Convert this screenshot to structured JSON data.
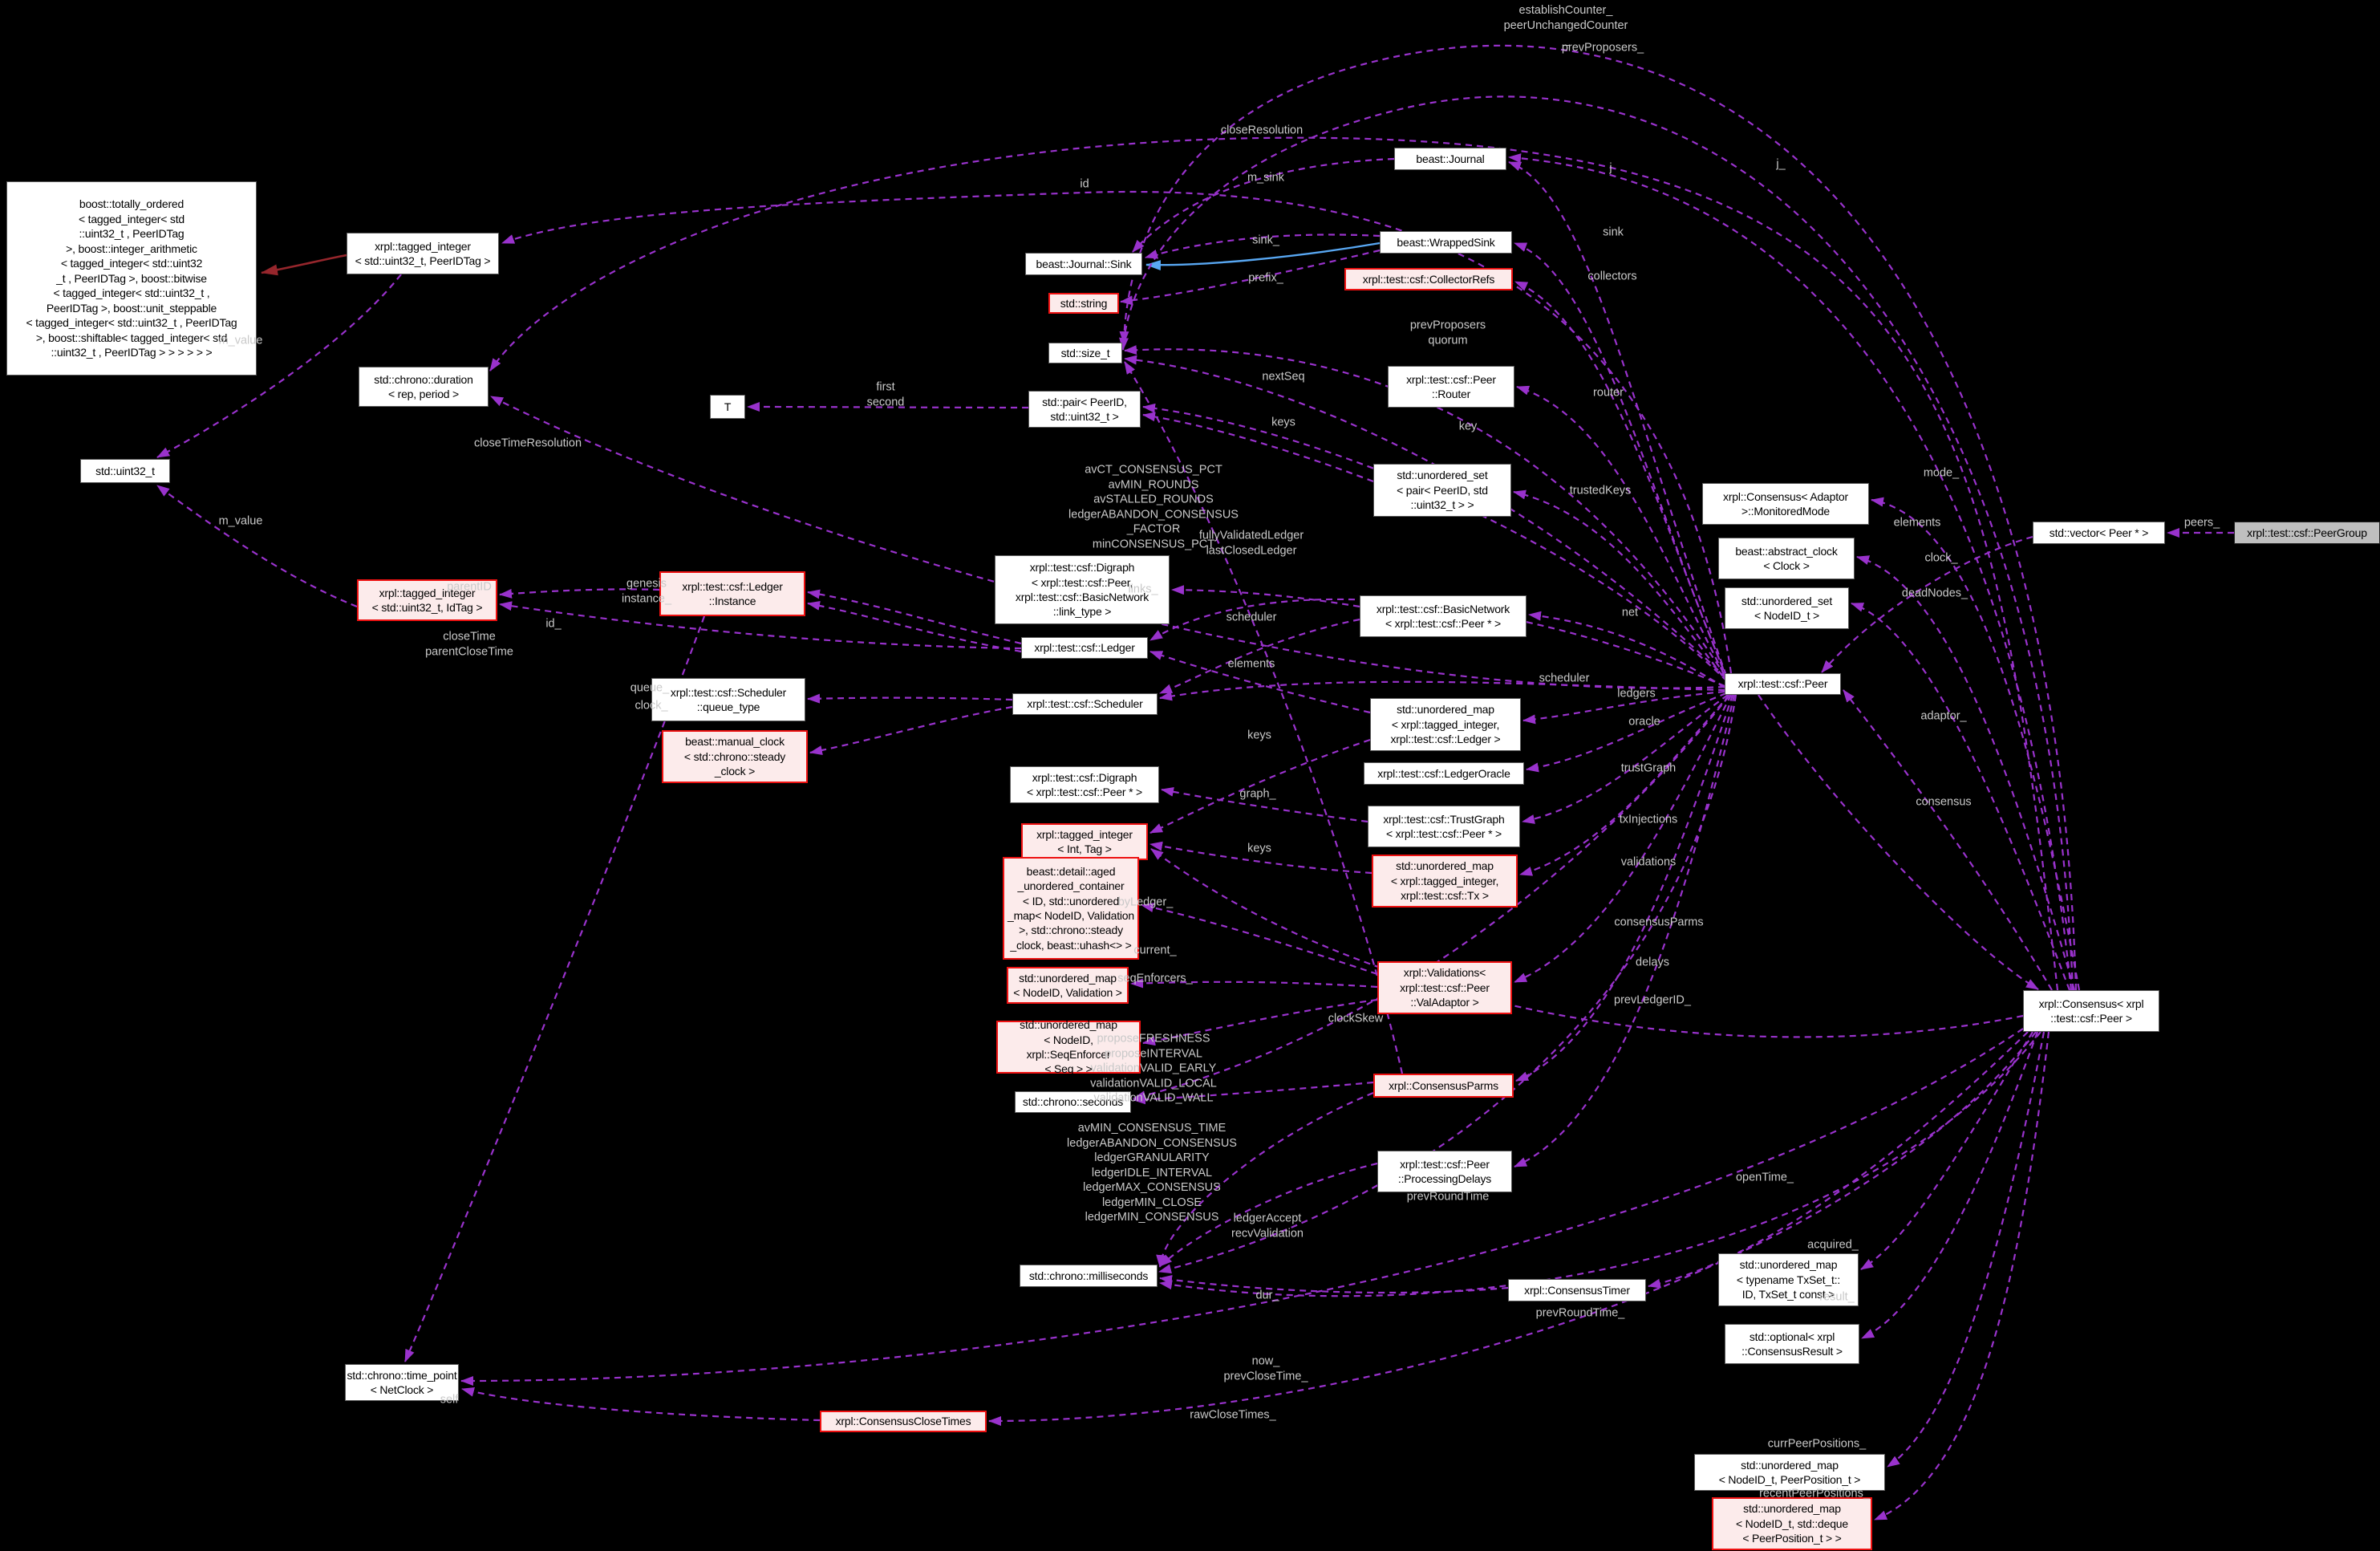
{
  "diagram": {
    "type": "doxygen-collaboration-graph",
    "subject": "xrpl::test::csf::PeerGroup",
    "colors": {
      "background": "#000000",
      "edge_usage": "#9932cc",
      "edge_inherit_red": "#96262c",
      "edge_inherit_blue": "#58a7f2",
      "edge_label_text": "#c9c9c9",
      "node_border": "#5a5a5a",
      "highlight_border": "#ee1111",
      "highlight_bg": "#fcebeb",
      "subject_bg": "#bfbfbf"
    },
    "nodes": [
      {
        "id": "boost",
        "style": "white",
        "label": "boost::totally_ordered\n< tagged_integer< std\n::uint32_t , PeerIDTag\n >, boost::integer_arithmetic\n< tagged_integer< std::uint32\n_t , PeerIDTag >, boost::bitwise\n< tagged_integer< std::uint32_t ,\n PeerIDTag >, boost::unit_steppable\n< tagged_integer< std::uint32_t , PeerIDTag\n >, boost::shiftable< tagged_integer< std\n::uint32_t , PeerIDTag > > > > > >"
      },
      {
        "id": "tagPeerID",
        "style": "white",
        "label": "xrpl::tagged_integer\n< std::uint32_t, PeerIDTag >"
      },
      {
        "id": "duration",
        "style": "white",
        "label": "std::chrono::duration\n< rep, period >"
      },
      {
        "id": "uint32",
        "style": "white",
        "label": "std::uint32_t"
      },
      {
        "id": "Tbox",
        "style": "white",
        "label": "T"
      },
      {
        "id": "tagIdTag",
        "style": "pink",
        "label": "xrpl::tagged_integer\n< std::uint32_t, IdTag >"
      },
      {
        "id": "instance",
        "style": "pink",
        "label": "xrpl::test::csf::Ledger\n::Instance"
      },
      {
        "id": "queueType",
        "style": "white",
        "label": "xrpl::test::csf::Scheduler\n::queue_type"
      },
      {
        "id": "manualClock",
        "style": "pink",
        "label": "beast::manual_clock\n< std::chrono::steady\n_clock >"
      },
      {
        "id": "journalSink",
        "style": "white",
        "label": "beast::Journal::Sink"
      },
      {
        "id": "stdString",
        "style": "pink",
        "label": "std::string"
      },
      {
        "id": "sizeT",
        "style": "white",
        "label": "std::size_t"
      },
      {
        "id": "pairPeerID",
        "style": "white",
        "label": "std::pair< PeerID,\nstd::uint32_t >"
      },
      {
        "id": "digraphLink",
        "style": "white",
        "label": "xrpl::test::csf::Digraph\n< xrpl::test::csf::Peer,\nxrpl::test::csf::BasicNetwork\n::link_type >"
      },
      {
        "id": "csfLedger",
        "style": "white",
        "label": "xrpl::test::csf::Ledger"
      },
      {
        "id": "csfScheduler",
        "style": "white",
        "label": "xrpl::test::csf::Scheduler"
      },
      {
        "id": "digraphPeerStar",
        "style": "white",
        "label": "xrpl::test::csf::Digraph\n< xrpl::test::csf::Peer * >"
      },
      {
        "id": "tagIntTag",
        "style": "pink",
        "label": "xrpl::tagged_integer\n< Int, Tag >"
      },
      {
        "id": "agedContainer",
        "style": "pink",
        "label": "beast::detail::aged\n_unordered_container\n< ID, std::unordered\n_map< NodeID, Validation\n >, std::chrono::steady\n_clock, beast::uhash<> >"
      },
      {
        "id": "umapNV",
        "style": "pink",
        "label": "std::unordered_map\n< NodeID, Validation >"
      },
      {
        "id": "umapSeq",
        "style": "pink",
        "label": "std::unordered_map\n< NodeID, xrpl::SeqEnforcer\n< Seq > >"
      },
      {
        "id": "seconds",
        "style": "white",
        "label": "std::chrono::seconds"
      },
      {
        "id": "milliseconds",
        "style": "white",
        "label": "std::chrono::milliseconds"
      },
      {
        "id": "timePoint",
        "style": "white",
        "label": "std::chrono::time_point\n< NetClock >"
      },
      {
        "id": "closeTimes",
        "style": "pink",
        "label": "xrpl::ConsensusCloseTimes"
      },
      {
        "id": "journal",
        "style": "white",
        "label": "beast::Journal"
      },
      {
        "id": "wrappedSink",
        "style": "white",
        "label": "beast::WrappedSink"
      },
      {
        "id": "collectorRefs",
        "style": "pink",
        "label": "xrpl::test::csf::CollectorRefs"
      },
      {
        "id": "router",
        "style": "white",
        "label": "xrpl::test::csf::Peer\n::Router"
      },
      {
        "id": "usetPair",
        "style": "white",
        "label": "std::unordered_set\n< pair< PeerID, std\n::uint32_t > >"
      },
      {
        "id": "basicNetwork",
        "style": "white",
        "label": "xrpl::test::csf::BasicNetwork\n< xrpl::test::csf::Peer * >"
      },
      {
        "id": "umapTagLedger",
        "style": "white",
        "label": "std::unordered_map\n< xrpl::tagged_integer,\nxrpl::test::csf::Ledger >"
      },
      {
        "id": "ledgerOracle",
        "style": "white",
        "label": "xrpl::test::csf::LedgerOracle"
      },
      {
        "id": "trustGraphBox",
        "style": "white",
        "label": "xrpl::test::csf::TrustGraph\n< xrpl::test::csf::Peer * >"
      },
      {
        "id": "umapTagTx",
        "style": "pink",
        "label": "std::unordered_map\n< xrpl::tagged_integer,\nxrpl::test::csf::Tx >"
      },
      {
        "id": "validationsBox",
        "style": "pink",
        "label": "xrpl::Validations<\nxrpl::test::csf::Peer\n::ValAdaptor >"
      },
      {
        "id": "consensusParmsBox",
        "style": "pink",
        "label": "xrpl::ConsensusParms"
      },
      {
        "id": "processingDelays",
        "style": "white",
        "label": "xrpl::test::csf::Peer\n::ProcessingDelays"
      },
      {
        "id": "consensusTimer",
        "style": "white",
        "label": "xrpl::ConsensusTimer"
      },
      {
        "id": "monitoredMode",
        "style": "white",
        "label": "xrpl::Consensus< Adaptor\n>::MonitoredMode"
      },
      {
        "id": "abstractClock",
        "style": "white",
        "label": "beast::abstract_clock\n< Clock >"
      },
      {
        "id": "usetNodeID",
        "style": "white",
        "label": "std::unordered_set\n< NodeID_t >"
      },
      {
        "id": "peer",
        "style": "white",
        "label": "xrpl::test::csf::Peer"
      },
      {
        "id": "vectorPeer",
        "style": "white",
        "label": "std::vector< Peer * >"
      },
      {
        "id": "peerGroup",
        "style": "gray",
        "label": "xrpl::test::csf::PeerGroup"
      },
      {
        "id": "consensusPeer",
        "style": "white",
        "label": "xrpl::Consensus< xrpl\n::test::csf::Peer >"
      },
      {
        "id": "umapTxSet",
        "style": "white",
        "label": "std::unordered_map\n< typename TxSet_t::\nID, TxSet_t const >"
      },
      {
        "id": "optionalResult",
        "style": "white",
        "label": "std::optional< xrpl\n::ConsensusResult >"
      },
      {
        "id": "umapPeerPos",
        "style": "white",
        "label": "std::unordered_map\n< NodeID_t, PeerPosition_t >"
      },
      {
        "id": "umapDeque",
        "style": "pink",
        "label": "std::unordered_map\n< NodeID_t, std::deque\n< PeerPosition_t > >"
      }
    ],
    "edge_labels": [
      {
        "id": "m_value1",
        "text": "m_value"
      },
      {
        "id": "m_value2",
        "text": "m_value"
      },
      {
        "id": "closeTimeResolution",
        "text": "closeTimeResolution"
      },
      {
        "id": "id",
        "text": "id"
      },
      {
        "id": "m_sink",
        "text": "m_sink"
      },
      {
        "id": "closeResolution",
        "text": "closeResolution"
      },
      {
        "id": "sink_",
        "text": "sink_"
      },
      {
        "id": "prefix_",
        "text": "prefix_"
      },
      {
        "id": "j",
        "text": "j"
      },
      {
        "id": "j_",
        "text": "j_"
      },
      {
        "id": "sink",
        "text": "sink"
      },
      {
        "id": "collectors",
        "text": "collectors"
      },
      {
        "id": "establishCounter",
        "text": "establishCounter_\npeerUnchangedCounter\n_"
      },
      {
        "id": "prevProposers_",
        "text": "prevProposers_"
      },
      {
        "id": "prevProposersQuorum",
        "text": "prevProposers\nquorum"
      },
      {
        "id": "nextSeq",
        "text": "nextSeq"
      },
      {
        "id": "router",
        "text": "router"
      },
      {
        "id": "key",
        "text": "key"
      },
      {
        "id": "keys1",
        "text": "keys"
      },
      {
        "id": "first_second",
        "text": "first\nsecond"
      },
      {
        "id": "trustedKeys",
        "text": "trustedKeys"
      },
      {
        "id": "avctBlock",
        "text": "avCT_CONSENSUS_PCT\navMIN_ROUNDS\navSTALLED_ROUNDS\nledgerABANDON_CONSENSUS\n_FACTOR\nminCONSENSUS_PCT"
      },
      {
        "id": "fullyValidated",
        "text": "fullyValidatedLedger\nlastClosedLedger"
      },
      {
        "id": "genesisInstance",
        "text": "genesis\ninstance_"
      },
      {
        "id": "parentID",
        "text": "parentID"
      },
      {
        "id": "id_",
        "text": "id_"
      },
      {
        "id": "closeTimeParent",
        "text": "closeTime\nparentCloseTime"
      },
      {
        "id": "links_",
        "text": "links_"
      },
      {
        "id": "net",
        "text": "net"
      },
      {
        "id": "scheduler1",
        "text": "scheduler"
      },
      {
        "id": "scheduler2",
        "text": "scheduler"
      },
      {
        "id": "elements",
        "text": "elements"
      },
      {
        "id": "ledgers",
        "text": "ledgers"
      },
      {
        "id": "queue_",
        "text": "queue_"
      },
      {
        "id": "clock_2",
        "text": "clock_"
      },
      {
        "id": "keys2",
        "text": "keys"
      },
      {
        "id": "oracle",
        "text": "oracle"
      },
      {
        "id": "graph_",
        "text": "graph_"
      },
      {
        "id": "trustGraph",
        "text": "trustGraph"
      },
      {
        "id": "keys3",
        "text": "keys"
      },
      {
        "id": "txInjections",
        "text": "txInjections"
      },
      {
        "id": "validations",
        "text": "validations"
      },
      {
        "id": "byLedger_",
        "text": "byLedger_"
      },
      {
        "id": "consensusParmsL",
        "text": "consensusParms"
      },
      {
        "id": "current_",
        "text": "current_"
      },
      {
        "id": "delays",
        "text": "delays"
      },
      {
        "id": "seqEnforcers_",
        "text": "seqEnforcers_"
      },
      {
        "id": "prevLedgerID_",
        "text": "prevLedgerID_"
      },
      {
        "id": "clockSkew",
        "text": "clockSkew"
      },
      {
        "id": "proposeBlock",
        "text": "proposeFRESHNESS\nproposeINTERVAL\nvalidationVALID_EARLY\nvalidationVALID_LOCAL\nvalidationVALID_WALL"
      },
      {
        "id": "avminBlock",
        "text": "avMIN_CONSENSUS_TIME\nledgerABANDON_CONSENSUS\nledgerGRANULARITY\nledgerIDLE_INTERVAL\nledgerMAX_CONSENSUS\nledgerMIN_CLOSE\nledgerMIN_CONSENSUS"
      },
      {
        "id": "prevRoundTime",
        "text": "prevRoundTime"
      },
      {
        "id": "ledgerAcceptRecv",
        "text": "ledgerAccept\nrecvValidation"
      },
      {
        "id": "dur_",
        "text": "dur_"
      },
      {
        "id": "prevRoundTime_",
        "text": "prevRoundTime_"
      },
      {
        "id": "nowPrevClose",
        "text": "now_\nprevCloseTime_"
      },
      {
        "id": "rawCloseTimes_",
        "text": "rawCloseTimes_"
      },
      {
        "id": "self",
        "text": "self"
      },
      {
        "id": "mode_",
        "text": "mode_"
      },
      {
        "id": "elements_r",
        "text": "elements"
      },
      {
        "id": "clock_r",
        "text": "clock_"
      },
      {
        "id": "deadNodes_",
        "text": "deadNodes_"
      },
      {
        "id": "peers_",
        "text": "peers_"
      },
      {
        "id": "adaptor_",
        "text": "adaptor_"
      },
      {
        "id": "consensus",
        "text": "consensus"
      },
      {
        "id": "openTime_",
        "text": "openTime_"
      },
      {
        "id": "acquired_",
        "text": "acquired_"
      },
      {
        "id": "result_",
        "text": "result_"
      },
      {
        "id": "currPeerPositions_",
        "text": "currPeerPositions_"
      },
      {
        "id": "recentPeerPositions_",
        "text": "recentPeerPositions_"
      }
    ],
    "edges": [
      {
        "f": "tagPeerID",
        "t": "boost",
        "k": "inherit"
      },
      {
        "f": "wrappedSink",
        "t": "journalSink",
        "k": "inheritBlue"
      },
      {
        "f": "journal",
        "t": "journalSink",
        "l": "m_sink"
      },
      {
        "f": "wrappedSink",
        "t": "journalSink",
        "l": "sink_"
      },
      {
        "f": "wrappedSink",
        "t": "stdString",
        "l": "prefix_"
      },
      {
        "f": "peer",
        "t": "journal",
        "l": "j"
      },
      {
        "f": "consensusPeer",
        "t": "journal",
        "l": "j_"
      },
      {
        "f": "peer",
        "t": "wrappedSink",
        "l": "sink"
      },
      {
        "f": "peer",
        "t": "collectorRefs",
        "l": "collectors"
      },
      {
        "f": "peer",
        "t": "router",
        "l": "router"
      },
      {
        "f": "peer",
        "t": "usetPair",
        "l": "trustedKeys"
      },
      {
        "f": "peer",
        "t": "basicNetwork",
        "l": "net"
      },
      {
        "f": "peer",
        "t": "csfScheduler",
        "l": "scheduler2"
      },
      {
        "f": "peer",
        "t": "umapTagLedger",
        "l": "ledgers"
      },
      {
        "f": "peer",
        "t": "ledgerOracle",
        "l": "oracle"
      },
      {
        "f": "peer",
        "t": "trustGraphBox",
        "l": "trustGraph"
      },
      {
        "f": "peer",
        "t": "umapTagTx",
        "l": "txInjections"
      },
      {
        "f": "peer",
        "t": "validationsBox",
        "l": "validations"
      },
      {
        "f": "peer",
        "t": "consensusParmsBox",
        "l": "consensusParmsL"
      },
      {
        "f": "peer",
        "t": "processingDelays",
        "l": "delays"
      },
      {
        "f": "consensusPeer",
        "t": "tagIntTag",
        "l": "prevLedgerID_"
      },
      {
        "f": "peer",
        "t": "seconds",
        "l": "clockSkew"
      },
      {
        "f": "peer",
        "t": "csfLedger",
        "l": "fullyValidated"
      },
      {
        "f": "peer",
        "t": "sizeT",
        "l": "prevProposersQuorum"
      },
      {
        "f": "peer",
        "t": "sizeT",
        "l": "nextSeq"
      },
      {
        "f": "peer",
        "t": "pairPeerID",
        "l": "key"
      },
      {
        "f": "usetPair",
        "t": "pairPeerID",
        "l": "keys1"
      },
      {
        "f": "pairPeerID",
        "t": "Tbox",
        "l": "first_second"
      },
      {
        "f": "peer",
        "t": "tagPeerID",
        "l": "id"
      },
      {
        "f": "consensusPeer",
        "t": "duration",
        "l": "closeResolution"
      },
      {
        "f": "peer",
        "t": "duration",
        "l": "closeTimeResolution"
      },
      {
        "f": "tagPeerID",
        "t": "uint32",
        "l": "m_value1"
      },
      {
        "f": "tagIdTag",
        "t": "uint32",
        "l": "m_value2"
      },
      {
        "f": "csfLedger",
        "t": "instance",
        "l": "genesisInstance"
      },
      {
        "f": "csfLedger",
        "t": "instance"
      },
      {
        "f": "csfLedger",
        "t": "tagIdTag",
        "l": "id_"
      },
      {
        "f": "instance",
        "t": "tagIdTag",
        "l": "parentID"
      },
      {
        "f": "instance",
        "t": "timePoint",
        "l": "closeTimeParent"
      },
      {
        "f": "consensusPeer",
        "t": "timePoint",
        "l": "nowPrevClose"
      },
      {
        "f": "closeTimes",
        "t": "timePoint",
        "l": "self"
      },
      {
        "f": "consensusPeer",
        "t": "closeTimes",
        "l": "rawCloseTimes_"
      },
      {
        "f": "csfScheduler",
        "t": "queueType",
        "l": "queue_"
      },
      {
        "f": "csfScheduler",
        "t": "manualClock",
        "l": "clock_2"
      },
      {
        "f": "basicNetwork",
        "t": "digraphLink",
        "l": "links_"
      },
      {
        "f": "basicNetwork",
        "t": "csfScheduler",
        "l": "scheduler1"
      },
      {
        "f": "umapTagLedger",
        "t": "csfLedger",
        "l": "elements"
      },
      {
        "f": "umapTagLedger",
        "t": "tagIntTag",
        "l": "keys2"
      },
      {
        "f": "umapTagTx",
        "t": "tagIntTag",
        "l": "keys3"
      },
      {
        "f": "trustGraphBox",
        "t": "digraphPeerStar",
        "l": "graph_"
      },
      {
        "f": "validationsBox",
        "t": "agedContainer",
        "l": "byLedger_"
      },
      {
        "f": "validationsBox",
        "t": "umapNV",
        "l": "current_"
      },
      {
        "f": "validationsBox",
        "t": "umapSeq",
        "l": "seqEnforcers_"
      },
      {
        "f": "consensusParmsBox",
        "t": "seconds",
        "l": "proposeBlock"
      },
      {
        "f": "consensusParmsBox",
        "t": "milliseconds",
        "l": "avminBlock"
      },
      {
        "f": "consensusParmsBox",
        "t": "sizeT",
        "l": "avctBlock"
      },
      {
        "f": "processingDelays",
        "t": "milliseconds",
        "l": "ledgerAcceptRecv"
      },
      {
        "f": "consensusTimer",
        "t": "milliseconds",
        "l": "dur_"
      },
      {
        "f": "consensusPeer",
        "t": "consensusTimer",
        "l": "openTime_"
      },
      {
        "f": "consensusPeer",
        "t": "milliseconds",
        "l": "prevRoundTime_"
      },
      {
        "f": "peer",
        "t": "milliseconds",
        "l": "prevRoundTime"
      },
      {
        "f": "consensusPeer",
        "t": "monitoredMode",
        "l": "mode_"
      },
      {
        "f": "vectorPeer",
        "t": "peer",
        "l": "elements_r"
      },
      {
        "f": "peerGroup",
        "t": "vectorPeer",
        "l": "peers_"
      },
      {
        "f": "consensusPeer",
        "t": "abstractClock",
        "l": "clock_r"
      },
      {
        "f": "consensusPeer",
        "t": "usetNodeID",
        "l": "deadNodes_"
      },
      {
        "f": "consensusPeer",
        "t": "peer",
        "l": "adaptor_"
      },
      {
        "f": "peer",
        "t": "consensusPeer",
        "l": "consensus"
      },
      {
        "f": "consensusPeer",
        "t": "sizeT",
        "l": "establishCounter"
      },
      {
        "f": "consensusPeer",
        "t": "sizeT",
        "l": "prevProposers_"
      },
      {
        "f": "consensusPeer",
        "t": "umapTxSet",
        "l": "acquired_"
      },
      {
        "f": "consensusPeer",
        "t": "optionalResult",
        "l": "result_"
      },
      {
        "f": "consensusPeer",
        "t": "umapPeerPos",
        "l": "currPeerPositions_"
      },
      {
        "f": "consensusPeer",
        "t": "umapDeque",
        "l": "recentPeerPositions_"
      }
    ]
  }
}
